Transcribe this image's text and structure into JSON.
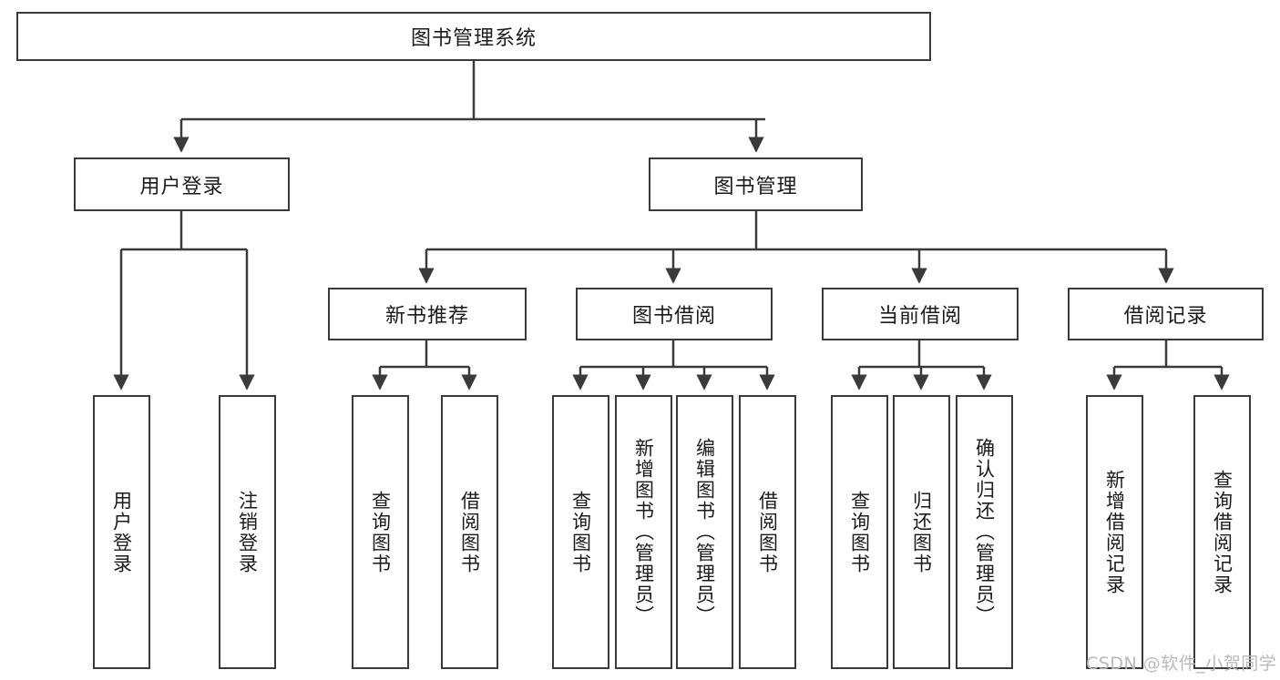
{
  "diagram": {
    "title": "图书管理系统",
    "type": "tree-hierarchy",
    "root": {
      "label": "图书管理系统"
    },
    "level2": [
      {
        "label": "用户登录"
      },
      {
        "label": "图书管理"
      }
    ],
    "level3": [
      {
        "label": "新书推荐"
      },
      {
        "label": "图书借阅"
      },
      {
        "label": "当前借阅"
      },
      {
        "label": "借阅记录"
      }
    ],
    "leaves": {
      "user_login": [
        {
          "label": "用户登录"
        },
        {
          "label": "注销登录"
        }
      ],
      "new_book_recommend": [
        {
          "label": "查询图书"
        },
        {
          "label": "借阅图书"
        }
      ],
      "book_borrow": [
        {
          "label": "查询图书"
        },
        {
          "label": "新增图书（管理员）"
        },
        {
          "label": "编辑图书（管理员）"
        },
        {
          "label": "借阅图书"
        }
      ],
      "current_borrow": [
        {
          "label": "查询图书"
        },
        {
          "label": "归还图书"
        },
        {
          "label": "确认归还（管理员）"
        }
      ],
      "borrow_record": [
        {
          "label": "新增借阅记录"
        },
        {
          "label": "查询借阅记录"
        }
      ]
    }
  },
  "watermark": {
    "text": "CSDN @软件_小贺同学"
  },
  "colors": {
    "stroke": "#3a3a3a",
    "box_fill": "#ffffff",
    "text": "#1a1a1a",
    "watermark": "#b9b9b9",
    "background": "#ffffff"
  }
}
